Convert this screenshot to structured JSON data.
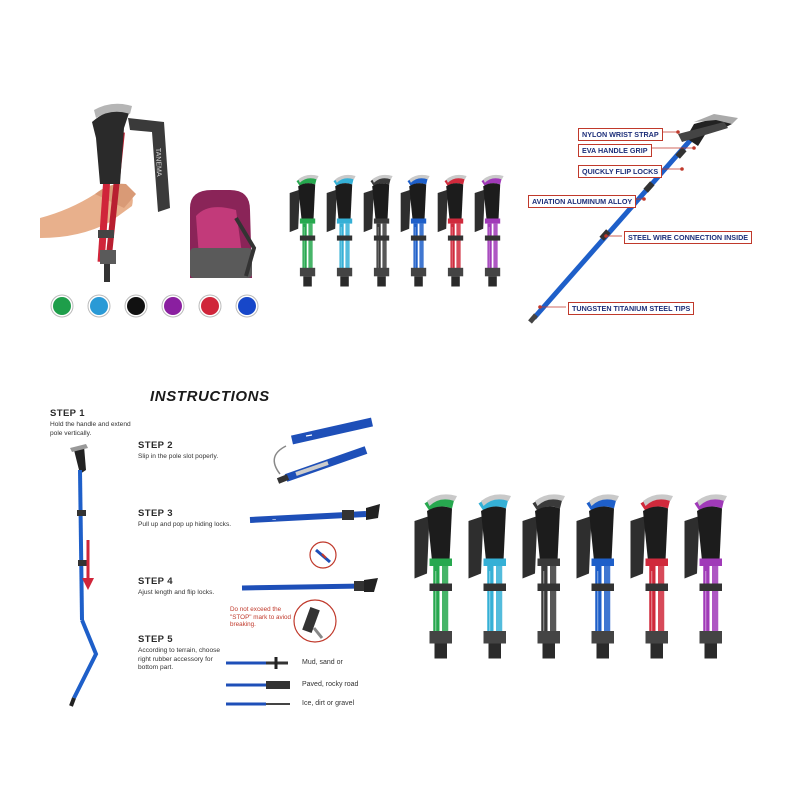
{
  "swatches": {
    "colors": [
      "#1e9e4a",
      "#2a9ad6",
      "#111111",
      "#8a1fa0",
      "#d0253a",
      "#1747c9"
    ]
  },
  "poles": {
    "colors": [
      "#27a84f",
      "#35b0d6",
      "#3a3a3a",
      "#1e5fc9",
      "#d02a3c",
      "#a03ab8"
    ]
  },
  "product_photo": {
    "brand_mark": "TANEMA"
  },
  "features": {
    "callouts": [
      "NYLON WRIST STRAP",
      "EVA HANDLE GRIP",
      "QUICKLY FLIP LOCKS",
      "AVIATION ALUMINUM ALLOY",
      "STEEL WIRE CONNECTION INSIDE",
      "TUNGSTEN TITANIUM STEEL TIPS"
    ]
  },
  "instructions": {
    "title": "INSTRUCTIONS",
    "step1": {
      "heading": "STEP 1",
      "text": "Hold the handle and extend pole vertically."
    },
    "step2": {
      "heading": "STEP 2",
      "text": "Slip in the pole slot poperly."
    },
    "step3": {
      "heading": "STEP 3",
      "text": "Pull up and pop up hiding locks."
    },
    "step4": {
      "heading": "STEP 4",
      "text": "Ajust length and flip locks."
    },
    "warning": "Do not exceed the \"STOP\" mark to aviod breaking.",
    "step5": {
      "heading": "STEP 5",
      "text": "According to terrain, choose right rubber accessory for bottom part."
    },
    "tips": [
      "Mud, sand or",
      "Paved, rocky road",
      "Ice, dirt or gravel"
    ]
  }
}
